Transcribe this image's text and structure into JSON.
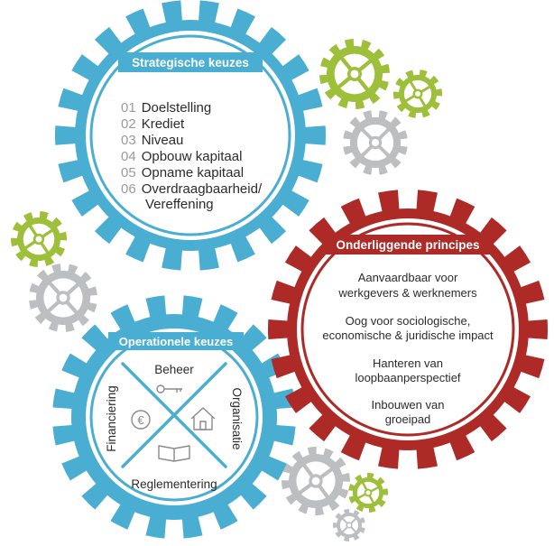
{
  "colors": {
    "blue": "#4aaed3",
    "red": "#ad2a27",
    "green": "#9dbf3a",
    "grey": "#bcbfc1",
    "text_dark": "#2b2b2b",
    "text_light": "#9a9a9a"
  },
  "strategic": {
    "title": "Strategische keuzes",
    "items": [
      {
        "num": "01",
        "label": "Doelstelling"
      },
      {
        "num": "02",
        "label": "Krediet"
      },
      {
        "num": "03",
        "label": "Niveau"
      },
      {
        "num": "04",
        "label": "Opbouw kapitaal"
      },
      {
        "num": "05",
        "label": "Opname kapitaal"
      },
      {
        "num": "06",
        "label": "Overdraagbaarheid/"
      }
    ],
    "item_continuation": "Vereffening"
  },
  "principles": {
    "title": "Onderliggende principes",
    "items": [
      {
        "line1": "Aanvaardbaar voor",
        "line2": "werkgevers  &  werknemers"
      },
      {
        "line1": "Oog voor sociologische,",
        "line2": "economische & juridische impact"
      },
      {
        "line1": "Hanteren van",
        "line2": "loopbaanperspectief"
      },
      {
        "line1": "Inbouwen van",
        "line2": "groeipad"
      }
    ]
  },
  "operational": {
    "title": "Operationele keuzes",
    "top": "Beheer",
    "right": "Organisatie",
    "bottom": "Reglementering",
    "left": "Financiering",
    "icons": [
      "key-icon",
      "house-icon",
      "book-icon",
      "euro-icon"
    ]
  }
}
